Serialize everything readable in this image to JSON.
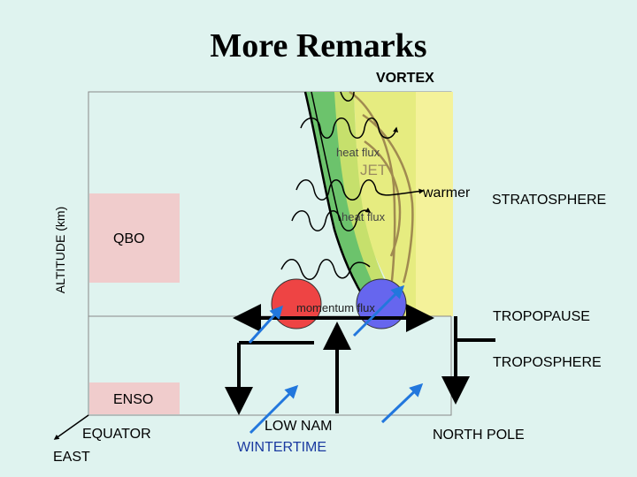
{
  "title": "More Remarks",
  "labels": {
    "vortex": "VORTEX",
    "heat_flux_upper": "heat flux",
    "jet": "JET",
    "warmer": "warmer",
    "stratosphere": "STRATOSPHERE",
    "heat_flux_lower": "heat flux",
    "qbo": "QBO",
    "altitude": "ALTITUDE (km)",
    "momentum_flux": "momentum flux",
    "tropopause": "TROPOPAUSE",
    "troposphere": "TROPOSPHERE",
    "enso": "ENSO",
    "equator": "EQUATOR",
    "east": "EAST",
    "low_nam": "LOW NAM",
    "wintertime": "WINTERTIME",
    "north_pole": "NORTH POLE"
  },
  "colors": {
    "background": "#dff3ef",
    "vortex_dark": "#6cc36c",
    "vortex_light": "#c8e070",
    "warm_yellow": "#eef08a",
    "box_pink": "#f0cccc",
    "circle_red": "#ee4444",
    "circle_blue": "#6666ee",
    "arrow_blue": "#2277dd",
    "jet_contour": "#a08a50",
    "jet_text": "#9a8a60",
    "wintertime_text": "#1a3aa0"
  }
}
